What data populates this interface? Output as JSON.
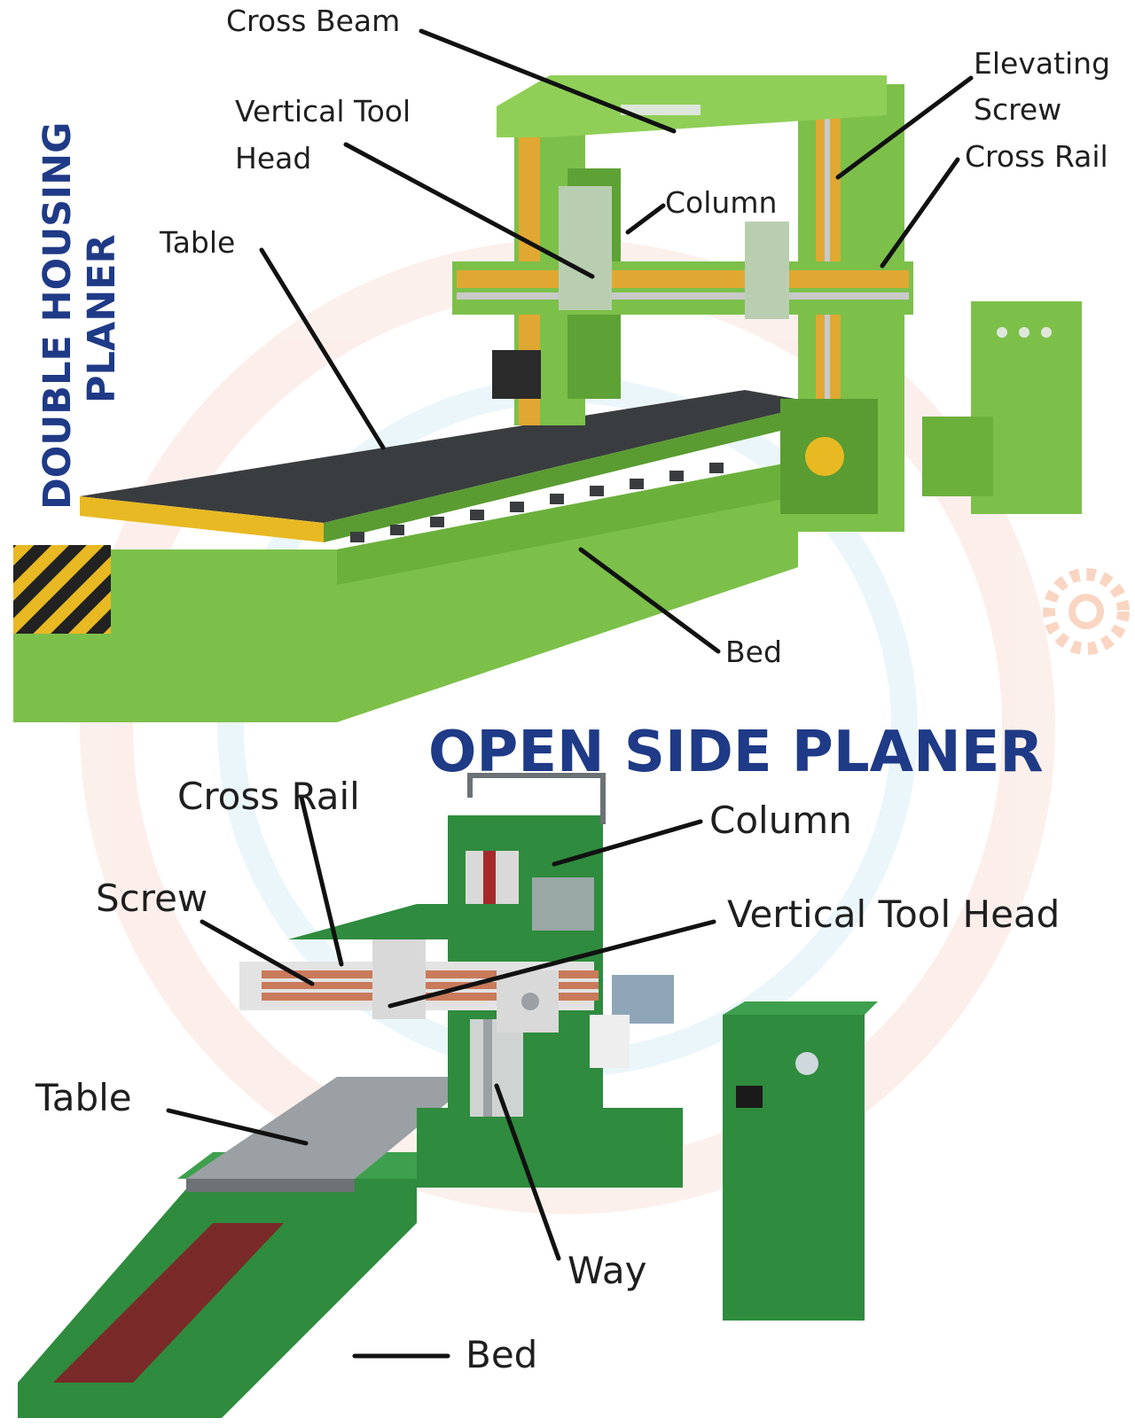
{
  "double_housing": {
    "title_line1": "DOUBLE HOUSING",
    "title_line2": "PLANER",
    "labels": {
      "cross_beam": "Cross Beam",
      "vertical_tool_head_line1": "Vertical Tool",
      "vertical_tool_head_line2": "Head",
      "elevating_line1": "Elevating",
      "elevating_line2": "Screw",
      "cross_rail": "Cross Rail",
      "column": "Column",
      "table": "Table",
      "bed": "Bed"
    }
  },
  "open_side": {
    "title": "OPEN SIDE PLANER",
    "labels": {
      "cross_rail": "Cross Rail",
      "column": "Column",
      "screw": "Screw",
      "vertical_tool_head": "Vertical Tool Head",
      "table": "Table",
      "way": "Way",
      "bed": "Bed"
    }
  },
  "colors": {
    "machine_green": "#7cc04a",
    "machine_dark_green": "#4f8f2c",
    "open_side_green": "#2f8b3e",
    "title_blue": "#1f3a86",
    "hazard_yellow": "#e8b923",
    "leader_line": "#111111"
  }
}
